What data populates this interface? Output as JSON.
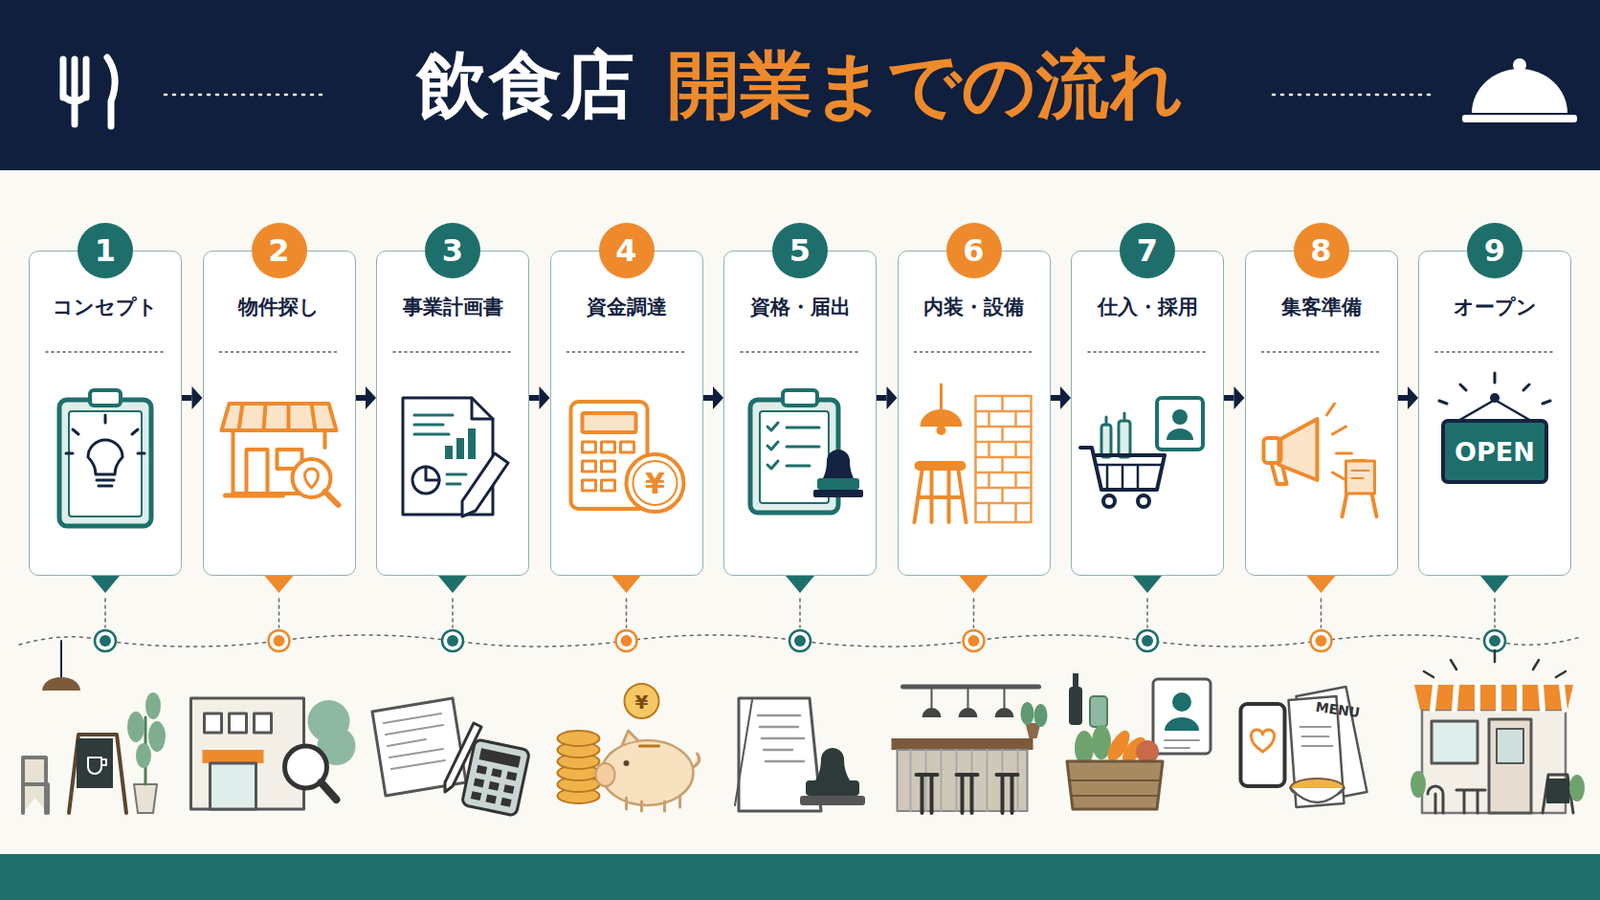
{
  "diagram": {
    "title": "飲食店",
    "nodes": [
      {
        "text": [
          "1",
          "コンセプト"
        ]
      },
      {
        "text": [
          "2",
          "物件探し"
        ]
      },
      {
        "text": [
          "3",
          "事業計画書"
        ]
      },
      {
        "text": [
          "4",
          "資金調達"
        ]
      },
      {
        "text": [
          "5",
          "資格・届出"
        ]
      },
      {
        "text": [
          "6",
          "内装・設備"
        ]
      },
      {
        "text": [
          "7",
          "仕入・採用"
        ]
      },
      {
        "text": [
          "8",
          "集客準備"
        ]
      },
      {
        "text": [
          "9",
          "オープン"
        ]
      }
    ],
    "edges": [
      {
        "from": 0,
        "to": 1,
        "arrow": "to"
      },
      {
        "from": 1,
        "to": 2,
        "arrow": "to"
      },
      {
        "from": 2,
        "to": 3,
        "arrow": "to"
      },
      {
        "from": 3,
        "to": 4,
        "arrow": "to"
      },
      {
        "from": 4,
        "to": 5,
        "arrow": "to"
      },
      {
        "from": 5,
        "to": 6,
        "arrow": "to"
      },
      {
        "from": 6,
        "to": 7,
        "arrow": "to"
      },
      {
        "from": 7,
        "to": 8,
        "arrow": "to"
      }
    ],
    "labels": [
      "開業までの流れ",
      "¥",
      "OPEN",
      "¥",
      "MENU"
    ]
  }
}
